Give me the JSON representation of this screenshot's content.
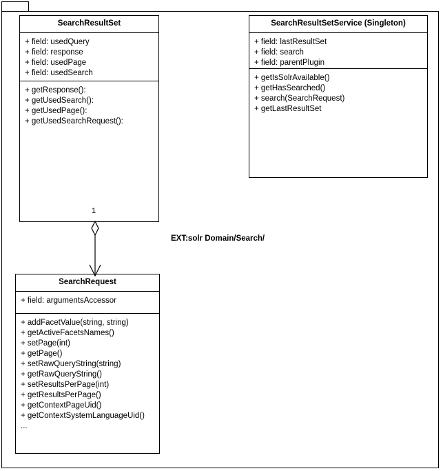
{
  "diagram": {
    "type": "uml-class-diagram",
    "frame": {
      "tab_label": ""
    },
    "note": "EXT:solr Domain/Search/",
    "classes": [
      {
        "id": "searchresultset",
        "name": "SearchResultSet",
        "fields": [
          "+ field: usedQuery",
          "+ field: response",
          "+ field: usedPage",
          "+ field: usedSearch"
        ],
        "methods": [
          "+ getResponse():",
          "+ getUsedSearch():",
          "+ getUsedPage():",
          "+ getUsedSearchRequest():"
        ]
      },
      {
        "id": "searchresultsetservice",
        "name": "SearchResultSetService (Singleton)",
        "fields": [
          "+ field: lastResultSet",
          "+ field: search",
          "+ field: parentPlugin"
        ],
        "methods": [
          "+ getIsSolrAvailable()",
          "+ getHasSearched()",
          "+ search(SearchRequest)",
          "+ getLastResultSet"
        ]
      },
      {
        "id": "searchrequest",
        "name": "SearchRequest",
        "fields": [
          "+ field: argumentsAccessor"
        ],
        "methods": [
          "+ addFacetValue(string, string)",
          "+ getActiveFacetsNames()",
          "+ setPage(int)",
          "+ getPage()",
          "+ setRawQueryString(string)",
          "+ getRawQueryString()",
          "+ setResultsPerPage(int)",
          "+ getResultsPerPage()",
          "+ getContextPageUid()",
          "+ getContextSystemLanguageUid()",
          "..."
        ]
      }
    ],
    "relationships": [
      {
        "id": "aggregation-resultset-request",
        "kind": "aggregation",
        "from": "SearchResultSet",
        "to": "SearchRequest",
        "source_multiplicity": "1",
        "target_multiplicity": ""
      }
    ],
    "colors": {
      "stroke": "#000000",
      "background": "#ffffff",
      "text": "#000000"
    }
  }
}
